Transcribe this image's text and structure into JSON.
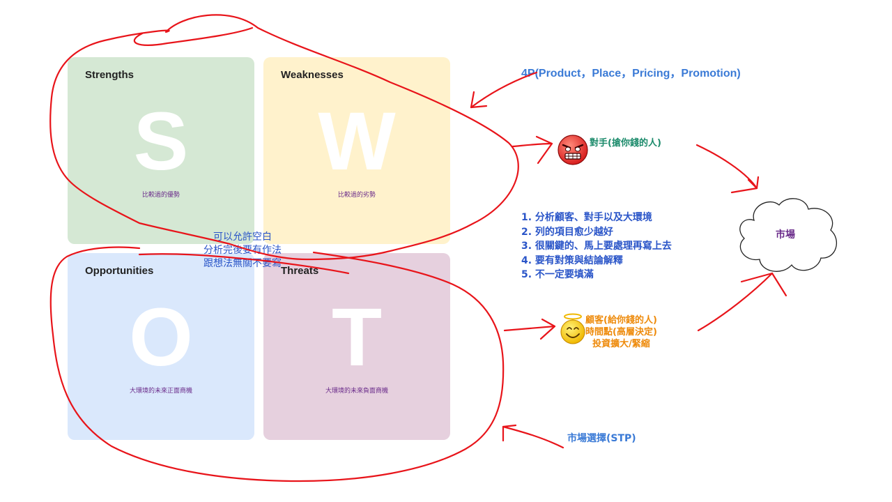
{
  "swot": {
    "strengths": {
      "title": "Strengths",
      "letter": "S",
      "desc": "比較過的優勢"
    },
    "weaknesses": {
      "title": "Weaknesses",
      "letter": "W",
      "desc": "比較過的劣勢"
    },
    "opportunities": {
      "title": "Opportunities",
      "letter": "O",
      "desc": "大環境的未來正面商機"
    },
    "threats": {
      "title": "Threats",
      "letter": "T",
      "desc": "大環境的未來負面商機"
    }
  },
  "annotations": {
    "four_p": "4P(Product，Place，Pricing，Promotion)",
    "competitor": "對手(搶你錢的人)",
    "customer": [
      "顧客(給你錢的人)",
      "時間點(高層決定)",
      "投資擴大/緊縮"
    ],
    "stp": "市場選擇(STP)",
    "market": "市場",
    "steps": [
      "1. 分析顧客、對手以及大環境",
      "2. 列的項目愈少越好",
      "3. 很關鍵的、馬上要處理再寫上去",
      "4. 要有對策與結論解釋",
      "5. 不一定要填滿"
    ],
    "handwritten_note": [
      "可以允許空白",
      "分析完後要有作法",
      "跟想法無關不要寫"
    ]
  },
  "colors": {
    "strengths_bg": "#d5e8d4",
    "weaknesses_bg": "#fff2cc",
    "opportunities_bg": "#dae8fc",
    "threats_bg": "#e6d0de",
    "ink_red": "#e8141a",
    "blue_text": "#2a55c8",
    "orange_text": "#ee8a0a"
  },
  "icons": [
    "angry-face-icon",
    "smiley-angel-icon",
    "cloud-icon"
  ]
}
